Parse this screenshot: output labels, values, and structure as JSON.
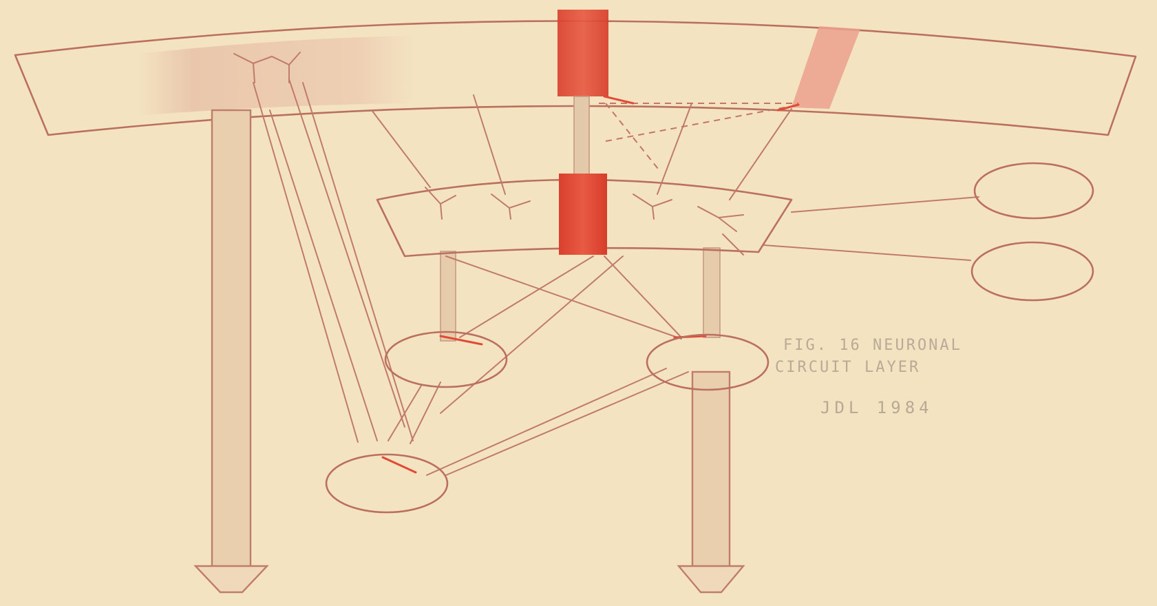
{
  "palette": {
    "background": "#f3e3c1",
    "ink": "#bb6f5e",
    "highlight": "#e0412f",
    "highlight_soft": "#eba08c",
    "caption": "#b9aa97"
  },
  "caption": {
    "line1": "FIG. 16 NEURONAL",
    "line2": "CIRCUIT LAYER",
    "line3": "JDL 1984"
  }
}
